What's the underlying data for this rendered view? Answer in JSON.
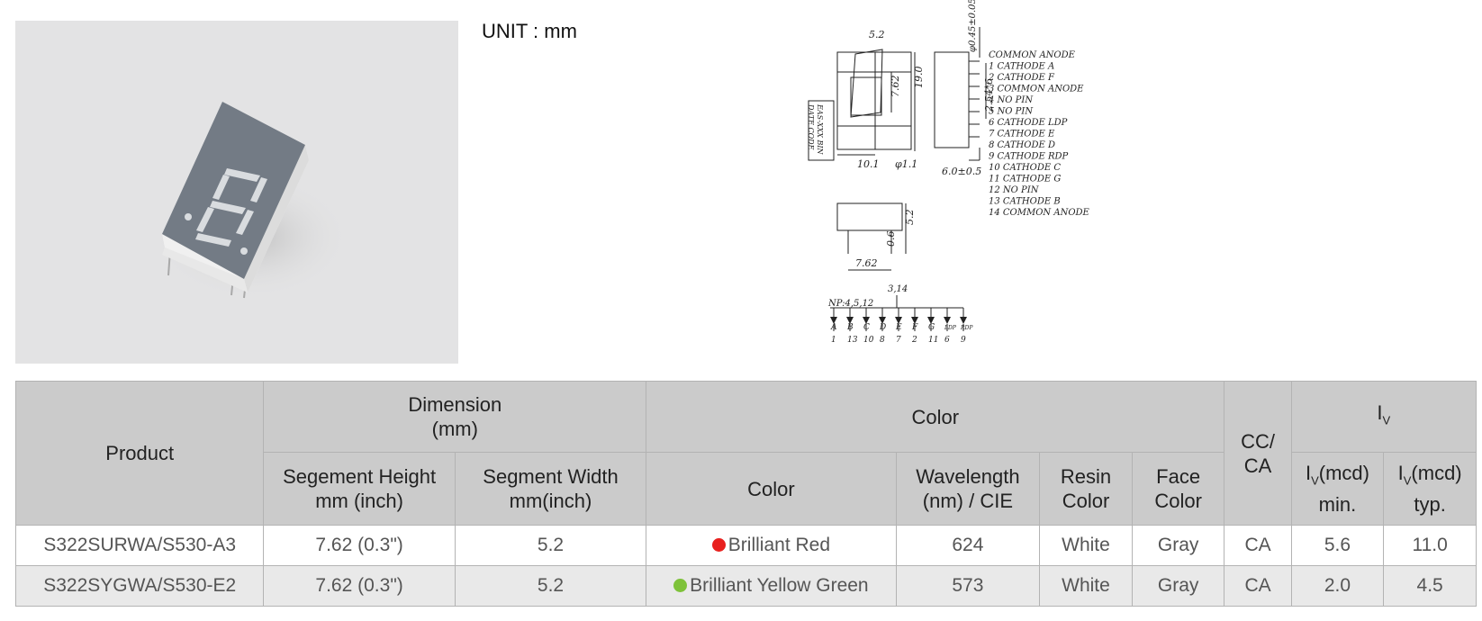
{
  "unit_label": "UNIT : mm",
  "drawing": {
    "dims": {
      "top_width": "5.2",
      "height_19": "19.0",
      "digit_762": "7.62",
      "width_101": "10.1",
      "hole": "φ1.1",
      "pin_dia": "φ0.45±0.05",
      "pin_pitch": "2.54*6",
      "side_depth": "6.0±0.5",
      "bottom_height": "5.2",
      "bottom_pin": "0.6",
      "bottom_width": "7.62"
    },
    "side_marking": [
      "EAS-XXX BIN",
      "DATE CODE"
    ],
    "pin_list": [
      "COMMON ANODE",
      "1  CATHODE A",
      "2  CATHODE F",
      "3  COMMON ANODE",
      "4  NO PIN",
      "5  NO PIN",
      "6  CATHODE LDP",
      "7  CATHODE E",
      "8  CATHODE D",
      "9  CATHODE RDP",
      "10  CATHODE C",
      "11  CATHODE G",
      "12  NO PIN",
      "13  CATHODE B",
      "14  COMMON ANODE"
    ],
    "schematic": {
      "np_label": "NP:4,5,12",
      "common_label": "3,14",
      "segments": [
        "A",
        "B",
        "C",
        "D",
        "E",
        "F",
        "G",
        "LDP",
        "RDP"
      ],
      "pins": [
        "1",
        "13",
        "10",
        "8",
        "7",
        "2",
        "11",
        "6",
        "9"
      ]
    }
  },
  "table": {
    "header": {
      "product": "Product",
      "dimension_line1": "Dimension",
      "dimension_line2": "(mm)",
      "color_group": "Color",
      "cc_line1": "CC/",
      "cc_line2": "CA",
      "iv_group": "I",
      "iv_sub": "V",
      "seg_height_line1": "Segement Height",
      "seg_height_line2": "mm (inch)",
      "seg_width_line1": "Segment Width",
      "seg_width_line2": "mm(inch)",
      "color": "Color",
      "wavelength_line1": "Wavelength",
      "wavelength_line2": "(nm) / CIE",
      "resin_line1": "Resin",
      "resin_line2": "Color",
      "face_line1": "Face",
      "face_line2": "Color",
      "iv_min_a": "I",
      "iv_min_sub": "V",
      "iv_min_b": "(mcd)",
      "iv_min_c": "min.",
      "iv_typ_a": "I",
      "iv_typ_sub": "V",
      "iv_typ_b": "(mcd)",
      "iv_typ_c": "typ."
    },
    "rows": [
      {
        "product": "S322SURWA/S530-A3",
        "seg_height": "7.62 (0.3\")",
        "seg_width": "5.2",
        "color_name": "Brilliant Red",
        "color_hex": "#e8201e",
        "wavelength": "624",
        "resin": "White",
        "face": "Gray",
        "cc_ca": "CA",
        "iv_min": "5.6",
        "iv_typ": "11.0"
      },
      {
        "product": "S322SYGWA/S530-E2",
        "seg_height": "7.62 (0.3\")",
        "seg_width": "5.2",
        "color_name": "Brilliant Yellow Green",
        "color_hex": "#7ec23a",
        "wavelength": "573",
        "resin": "White",
        "face": "Gray",
        "cc_ca": "CA",
        "iv_min": "2.0",
        "iv_typ": "4.5"
      }
    ]
  }
}
